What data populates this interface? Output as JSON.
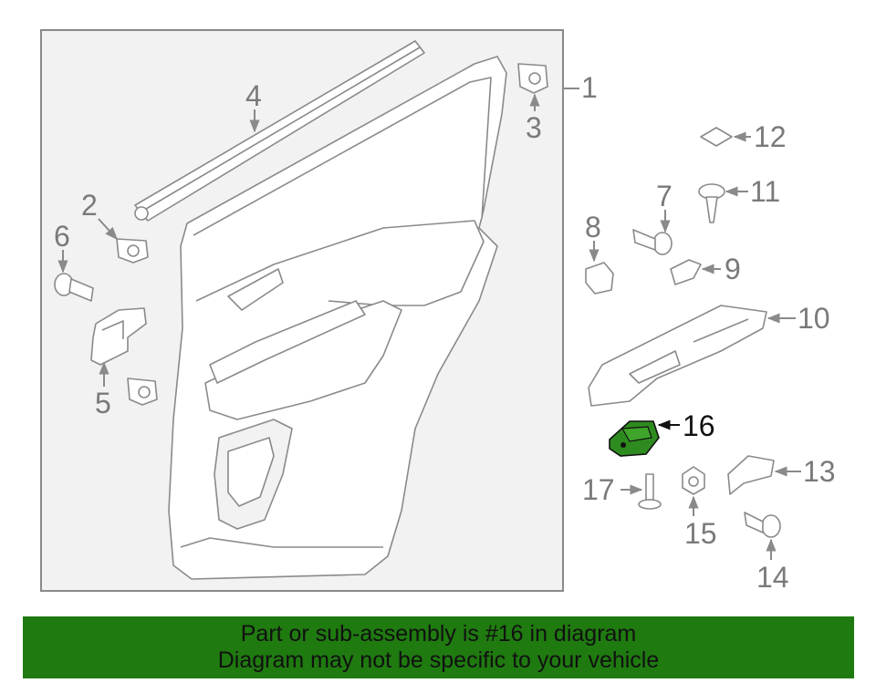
{
  "diagram": {
    "callouts": {
      "c1": "1",
      "c2": "2",
      "c3": "3",
      "c4": "4",
      "c5": "5",
      "c6": "6",
      "c7": "7",
      "c8": "8",
      "c9": "9",
      "c10": "10",
      "c11": "11",
      "c12": "12",
      "c13": "13",
      "c14": "14",
      "c15": "15",
      "c16": "16",
      "c17": "17"
    },
    "highlighted_part": "16",
    "colors": {
      "highlight": "#2e8b1f",
      "banner": "#1f7a10",
      "line_art": "#8a8a8a",
      "panel_background": "#f2f2f2"
    }
  },
  "banner": {
    "line1": "Part or sub-assembly is #16 in diagram",
    "line2": "Diagram may not be specific to your vehicle"
  }
}
